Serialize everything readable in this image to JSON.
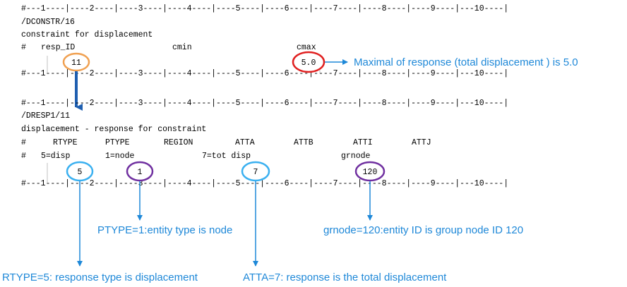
{
  "block1": {
    "ruler_top": "#---1----|----2----|----3----|----4----|----5----|----6----|----7----|----8----|----9----|---10----|",
    "header": "/DCONSTR/16",
    "title": "constraint for displacement",
    "fields_line": {
      "hash": "#",
      "resp_id": "resp_ID",
      "cmin": "cmin",
      "cmax": "cmax"
    },
    "values": {
      "resp_id": "11",
      "cmax": "5.0"
    },
    "ruler_bottom": "#---1----|----2----|----3----|----4----|----5----|----6----|----7----|----8----|----9----|---10----|"
  },
  "block2": {
    "ruler_top": "#---1----|----2----|----3----|----4----|----5----|----6----|----7----|----8----|----9----|---10----|",
    "header": "/DRESP1/11",
    "title": "displacement - response for constraint",
    "fields_line": {
      "hash": "#",
      "rtype": "RTYPE",
      "ptype": "PTYPE",
      "region": "REGION",
      "atta": "ATTA",
      "attb": "ATTB",
      "atti": "ATTI",
      "attj": "ATTJ"
    },
    "comment_line": {
      "hash": "#",
      "rtype": "5=disp",
      "ptype": "1=node",
      "atta": "7=tot disp",
      "atti": "grnode"
    },
    "values": {
      "rtype": "5",
      "ptype": "1",
      "atta": "7",
      "atti": "120"
    },
    "ruler_bottom": "#---1----|----2----|----3----|----4----|----5----|----6----|----7----|----8----|----9----|---10----|"
  },
  "annotations": {
    "cmax": "Maximal of response (total displacement ) is 5.0",
    "ptype": "PTYPE=1:entity type is node",
    "atti": "grnode=120:entity ID is group node ID 120",
    "rtype": "RTYPE=5: response type is displacement",
    "atta": "ATTA=7: response is the total displacement"
  },
  "colors": {
    "orange": "#f0a050",
    "red": "#e02020",
    "light_blue": "#3ab0f0",
    "purple": "#7030a0",
    "arrow_blue": "#1e88d8",
    "thick_arrow": "#1f5fb0"
  }
}
